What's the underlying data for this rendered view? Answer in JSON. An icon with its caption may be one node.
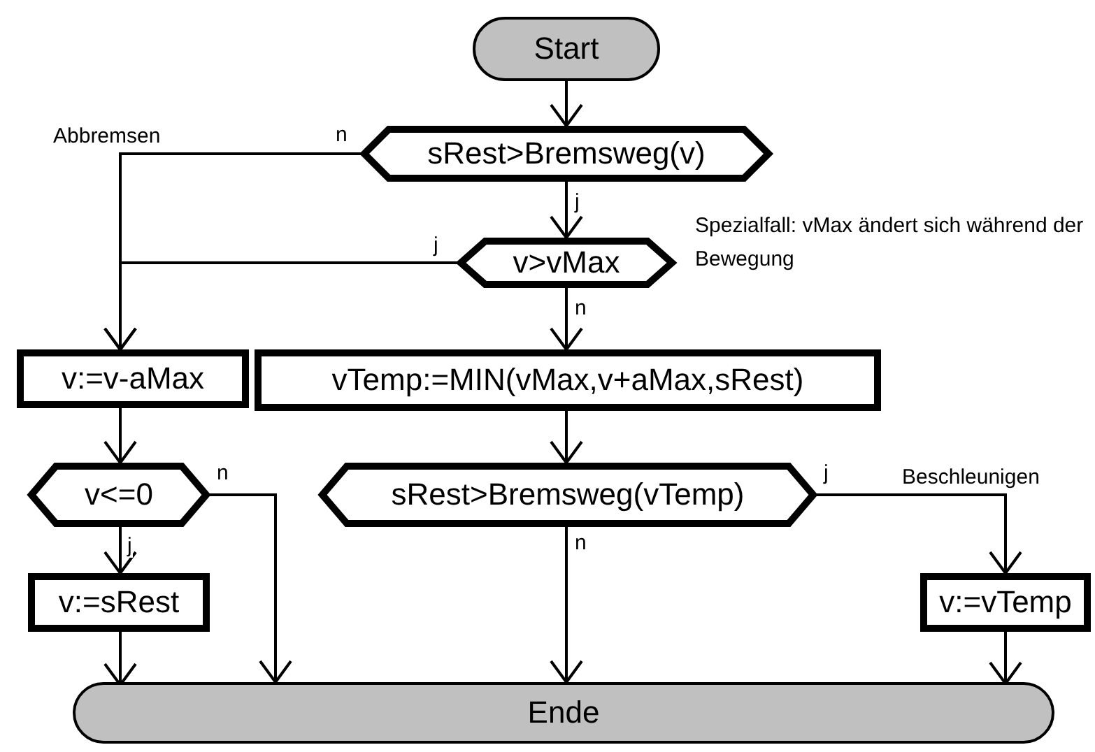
{
  "diagram": {
    "nodes": [
      {
        "text": [
          "Start"
        ]
      },
      {
        "text": [
          "sRest>Bremsweg(v)"
        ]
      },
      {
        "text": [
          "v>vMax"
        ]
      },
      {
        "text": [
          "v:=v-aMax"
        ]
      },
      {
        "text": [
          "vTemp:=MIN(vMax,v+aMax,sRest)"
        ]
      },
      {
        "text": [
          "v<=0"
        ]
      },
      {
        "text": [
          "sRest>Bremsweg(vTemp)"
        ]
      },
      {
        "text": [
          "v:=sRest"
        ]
      },
      {
        "text": [
          "v:=vTemp"
        ]
      },
      {
        "text": [
          "Ende"
        ]
      }
    ],
    "edges": [
      {
        "from": 0,
        "to": 1,
        "arrow": "to"
      },
      {
        "from": 1,
        "to": 2,
        "arrow": "to",
        "label": "j"
      },
      {
        "from": 1,
        "to": 3,
        "arrow": "to",
        "label": "n"
      },
      {
        "from": 2,
        "to": 3,
        "arrow": "to",
        "label": "j"
      },
      {
        "from": 2,
        "to": 4,
        "arrow": "to",
        "label": "n"
      },
      {
        "from": 3,
        "to": 5,
        "arrow": "to"
      },
      {
        "from": 4,
        "to": 6,
        "arrow": "to"
      },
      {
        "from": 5,
        "to": 7,
        "arrow": "to",
        "label": "j"
      },
      {
        "from": 5,
        "to": 9,
        "arrow": "to",
        "label": "n"
      },
      {
        "from": 7,
        "to": 9,
        "arrow": "to"
      },
      {
        "from": 6,
        "to": 9,
        "arrow": "to",
        "label": "n"
      },
      {
        "from": 6,
        "to": 8,
        "arrow": "to",
        "label": "j"
      },
      {
        "from": 8,
        "to": 9,
        "arrow": "to"
      }
    ],
    "labels": [
      "Abbremsen",
      "Spezialfall: vMax ändert sich während der Bewegung",
      "Beschleunigen"
    ]
  }
}
